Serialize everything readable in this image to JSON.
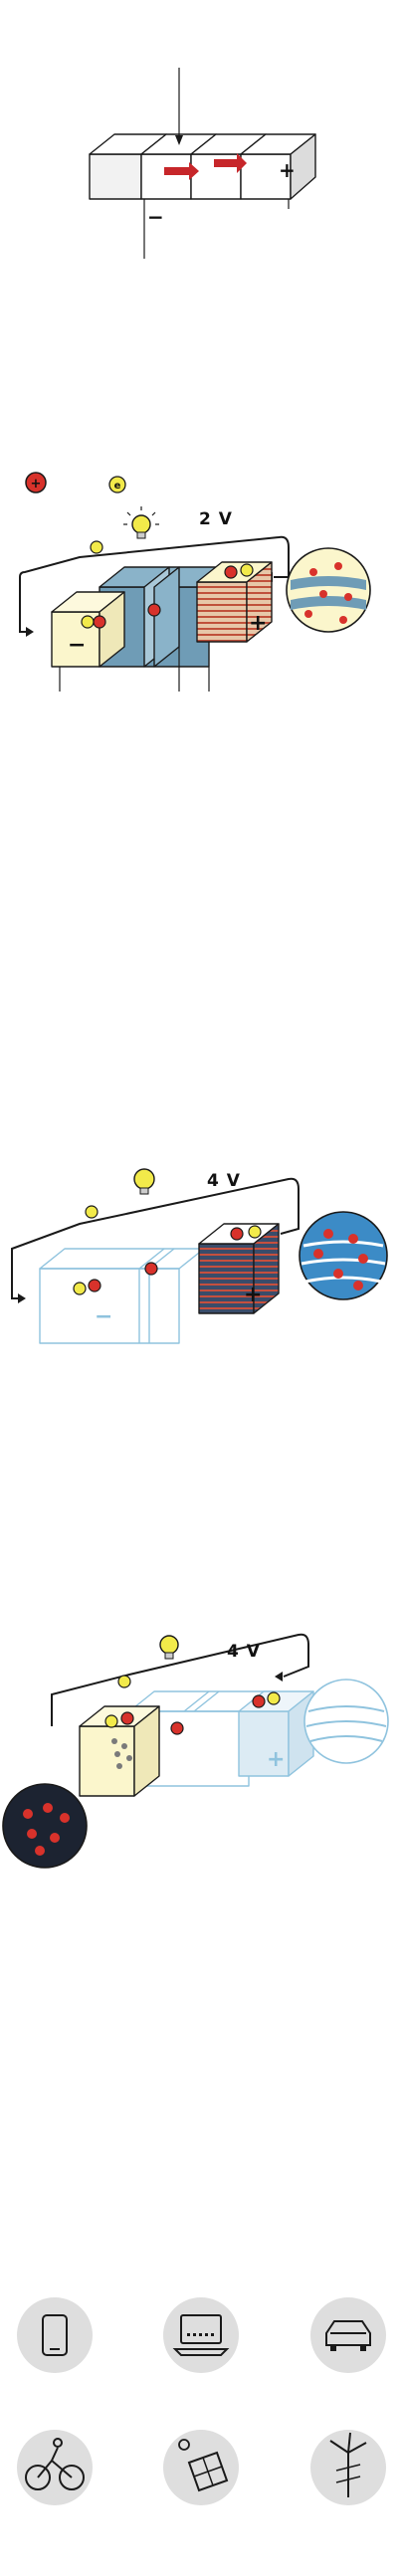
{
  "figure1": {
    "minus": "−",
    "plus": "+"
  },
  "figure2": {
    "voltage": "2 V",
    "minus": "−",
    "plus": "+"
  },
  "figure3": {
    "voltage": "4 V",
    "minus": "−",
    "plus": "+"
  },
  "figure4": {
    "voltage": "4 V",
    "plus": "+"
  },
  "legend": {
    "ion_sign": "+",
    "electron_sign": "e"
  },
  "applications": [
    {
      "icon": "smartphone-icon"
    },
    {
      "icon": "laptop-icon"
    },
    {
      "icon": "car-icon"
    },
    {
      "icon": "e-bike-icon"
    },
    {
      "icon": "solar-panel-icon"
    },
    {
      "icon": "wind-turbine-icon"
    }
  ],
  "colors": {
    "ion": "#d8322b",
    "electron": "#f2ea4a",
    "electrolyte": "#6f9cb6",
    "anode": "#fbf6cc",
    "outline": "#1a1a1a",
    "light_blue": "#8fc3de",
    "icon_bg": "#dedede"
  }
}
